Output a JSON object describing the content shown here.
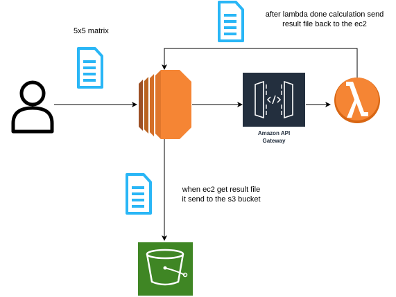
{
  "labels": {
    "matrix_note": "5x5 matrix",
    "return_note_line1": "after lambda done calculation send",
    "return_note_line2": "result file back to the ec2",
    "s3_note_line1": "when ec2 get result file",
    "s3_note_line2": "it send to the s3 bucket",
    "api_gateway_line1": "Amazon API",
    "api_gateway_line2": "Gateway"
  },
  "nodes": {
    "user": {
      "icon": "user-icon"
    },
    "ec2": {
      "icon": "ec2-icon"
    },
    "api_gateway": {
      "icon": "api-gateway-icon"
    },
    "lambda": {
      "icon": "lambda-icon"
    },
    "s3": {
      "icon": "s3-bucket-icon"
    }
  },
  "document_icons": [
    "document-icon",
    "document-icon",
    "document-icon"
  ],
  "colors": {
    "ec2_orange": "#f58534",
    "ec2_dark": "#9d5025",
    "lambda_orange": "#f58534",
    "api_gateway_bg": "#232f3e",
    "s3_green": "#3f8624",
    "document_blue": "#29b6f6",
    "line": "#000000"
  }
}
